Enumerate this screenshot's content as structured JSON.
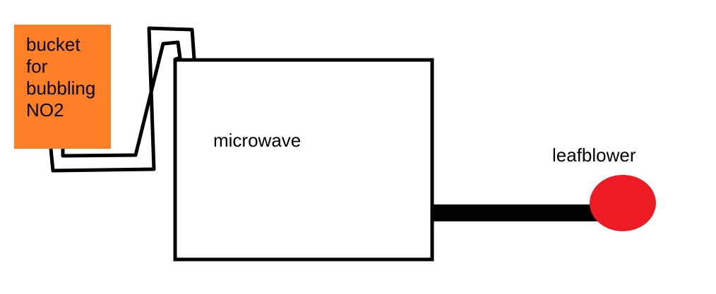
{
  "colors": {
    "bucket": "#FF7F27",
    "leafblower": "#ED1C24",
    "stroke": "#000000"
  },
  "bucket": {
    "label": "bucket\nfor\nbubbling\nNO2"
  },
  "microwave": {
    "label": "microwave"
  },
  "leafblower": {
    "label": "leafblower"
  }
}
